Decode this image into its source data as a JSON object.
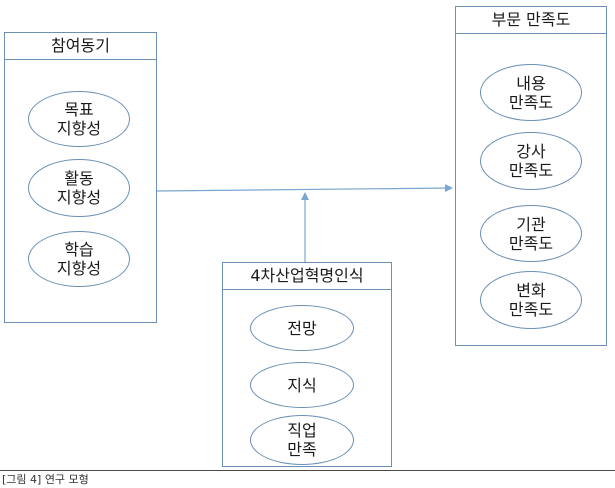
{
  "participation": {
    "title": "참여동기",
    "items": [
      "목표\n지향성",
      "활동\n지향성",
      "학습\n지향성"
    ]
  },
  "satisfaction": {
    "title": "부문 만족도",
    "items": [
      "내용\n만족도",
      "강사\n만족도",
      "기관\n만족도",
      "변화\n만족도"
    ]
  },
  "perception": {
    "title": "4차산업혁명인식",
    "items": [
      "전망",
      "지식",
      "직업\n만족"
    ]
  },
  "caption": "[그림 4] 연구 모형",
  "colors": {
    "border": "#6b8fb5",
    "arrow": "#7aa6cf"
  }
}
